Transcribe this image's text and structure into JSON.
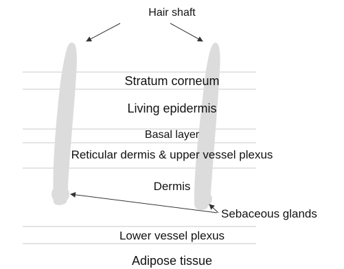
{
  "diagram": {
    "labels": {
      "hair_shaft": "Hair shaft",
      "stratum_corneum": "Stratum corneum",
      "living_epidermis": "Living epidermis",
      "basal_layer": "Basal layer",
      "reticular_dermis": "Reticular dermis & upper vessel plexus",
      "dermis": "Dermis",
      "sebaceous_glands": "Sebaceous glands",
      "lower_vessel_plexus": "Lower vessel plexus",
      "adipose_tissue": "Adipose tissue"
    },
    "colors": {
      "hair": "#dcdcdc",
      "layer_lines": "#c8c8c8",
      "text": "#111111",
      "arrows": "#333333"
    }
  }
}
